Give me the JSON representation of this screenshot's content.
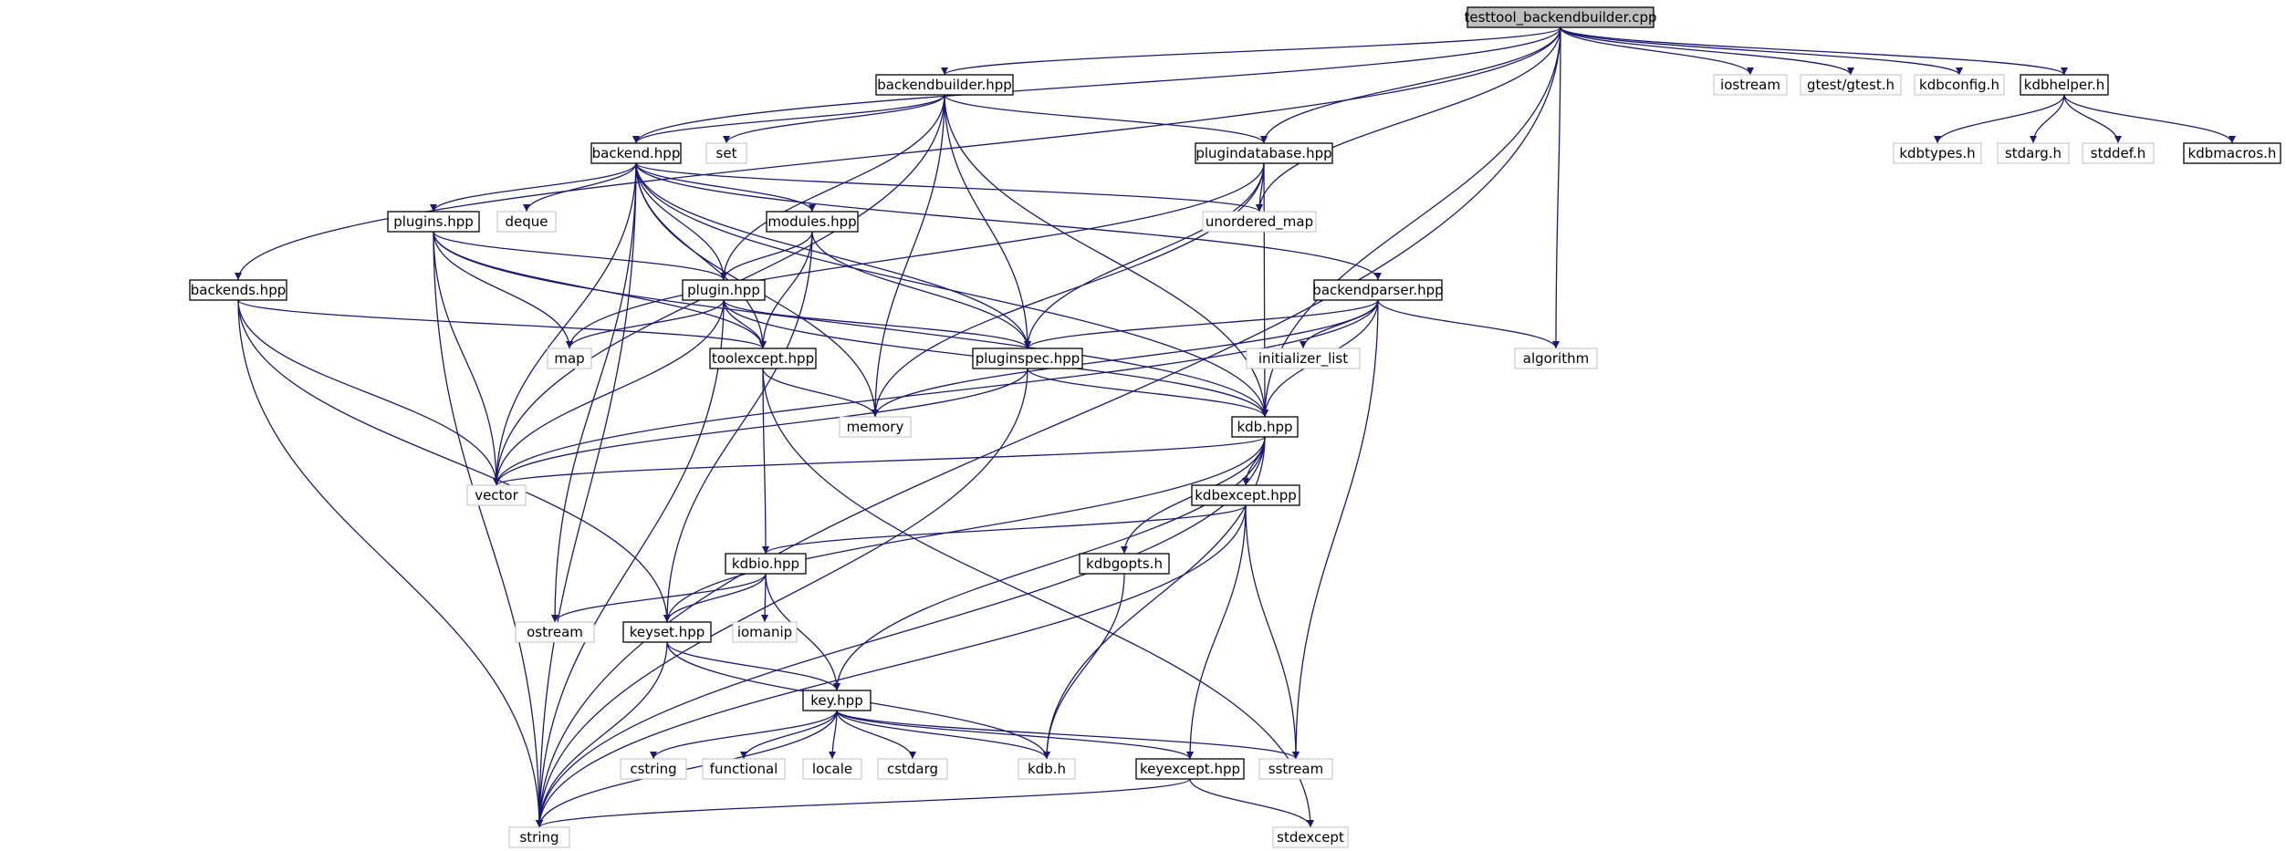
{
  "diagram": {
    "style": {
      "edge_color": "#191970",
      "root_fill": "#bfbfbf",
      "internal_border": "#000000",
      "external_border": "#bfbfbf"
    },
    "nodes": [
      {
        "id": "root",
        "label": "testtool_backendbuilder.cpp",
        "kind": "root"
      },
      {
        "id": "backendbuilder_hpp",
        "label": "backendbuilder.hpp",
        "kind": "internal"
      },
      {
        "id": "iostream",
        "label": "iostream",
        "kind": "external"
      },
      {
        "id": "gtest",
        "label": "gtest/gtest.h",
        "kind": "external"
      },
      {
        "id": "kdbconfig",
        "label": "kdbconfig.h",
        "kind": "external"
      },
      {
        "id": "kdbhelper",
        "label": "kdbhelper.h",
        "kind": "internal"
      },
      {
        "id": "backend_hpp",
        "label": "backend.hpp",
        "kind": "internal"
      },
      {
        "id": "set",
        "label": "set",
        "kind": "external"
      },
      {
        "id": "plugindatabase_hpp",
        "label": "plugindatabase.hpp",
        "kind": "internal"
      },
      {
        "id": "kdbtypes",
        "label": "kdbtypes.h",
        "kind": "external"
      },
      {
        "id": "stdarg",
        "label": "stdarg.h",
        "kind": "external"
      },
      {
        "id": "stddef",
        "label": "stddef.h",
        "kind": "external"
      },
      {
        "id": "kdbmacros",
        "label": "kdbmacros.h",
        "kind": "internal"
      },
      {
        "id": "plugins_hpp",
        "label": "plugins.hpp",
        "kind": "internal"
      },
      {
        "id": "deque",
        "label": "deque",
        "kind": "external"
      },
      {
        "id": "modules_hpp",
        "label": "modules.hpp",
        "kind": "internal"
      },
      {
        "id": "unordered_map",
        "label": "unordered_map",
        "kind": "external"
      },
      {
        "id": "backends_hpp",
        "label": "backends.hpp",
        "kind": "internal"
      },
      {
        "id": "plugin_hpp",
        "label": "plugin.hpp",
        "kind": "internal"
      },
      {
        "id": "backendparser_hpp",
        "label": "backendparser.hpp",
        "kind": "internal"
      },
      {
        "id": "map",
        "label": "map",
        "kind": "external"
      },
      {
        "id": "toolexcept_hpp",
        "label": "toolexcept.hpp",
        "kind": "internal"
      },
      {
        "id": "pluginspec_hpp",
        "label": "pluginspec.hpp",
        "kind": "internal"
      },
      {
        "id": "initializer_list",
        "label": "initializer_list",
        "kind": "external"
      },
      {
        "id": "algorithm",
        "label": "algorithm",
        "kind": "external"
      },
      {
        "id": "memory",
        "label": "memory",
        "kind": "external"
      },
      {
        "id": "kdb_hpp",
        "label": "kdb.hpp",
        "kind": "internal"
      },
      {
        "id": "vector",
        "label": "vector",
        "kind": "external"
      },
      {
        "id": "kdbexcept_hpp",
        "label": "kdbexcept.hpp",
        "kind": "internal"
      },
      {
        "id": "kdbio_hpp",
        "label": "kdbio.hpp",
        "kind": "internal"
      },
      {
        "id": "kdbgopts",
        "label": "kdbgopts.h",
        "kind": "internal"
      },
      {
        "id": "ostream",
        "label": "ostream",
        "kind": "external"
      },
      {
        "id": "keyset_hpp",
        "label": "keyset.hpp",
        "kind": "internal"
      },
      {
        "id": "iomanip",
        "label": "iomanip",
        "kind": "external"
      },
      {
        "id": "key_hpp",
        "label": "key.hpp",
        "kind": "internal"
      },
      {
        "id": "cstring",
        "label": "cstring",
        "kind": "external"
      },
      {
        "id": "functional",
        "label": "functional",
        "kind": "external"
      },
      {
        "id": "locale",
        "label": "locale",
        "kind": "external"
      },
      {
        "id": "cstdarg",
        "label": "cstdarg",
        "kind": "external"
      },
      {
        "id": "kdb_h",
        "label": "kdb.h",
        "kind": "external"
      },
      {
        "id": "keyexcept_hpp",
        "label": "keyexcept.hpp",
        "kind": "internal"
      },
      {
        "id": "sstream",
        "label": "sstream",
        "kind": "external"
      },
      {
        "id": "string",
        "label": "string",
        "kind": "external"
      },
      {
        "id": "stdexcept",
        "label": "stdexcept",
        "kind": "external"
      }
    ],
    "edges": [
      [
        "root",
        "backendbuilder_hpp"
      ],
      [
        "root",
        "iostream"
      ],
      [
        "root",
        "gtest"
      ],
      [
        "root",
        "kdbconfig"
      ],
      [
        "root",
        "kdbhelper"
      ],
      [
        "root",
        "backend_hpp"
      ],
      [
        "root",
        "plugindatabase_hpp"
      ],
      [
        "root",
        "backends_hpp"
      ],
      [
        "root",
        "string"
      ],
      [
        "root",
        "unordered_map"
      ],
      [
        "root",
        "algorithm"
      ],
      [
        "root",
        "kdb_hpp"
      ],
      [
        "kdbhelper",
        "kdbtypes"
      ],
      [
        "kdbhelper",
        "stdarg"
      ],
      [
        "kdbhelper",
        "stddef"
      ],
      [
        "kdbhelper",
        "kdbmacros"
      ],
      [
        "backendbuilder_hpp",
        "backend_hpp"
      ],
      [
        "backendbuilder_hpp",
        "set"
      ],
      [
        "backendbuilder_hpp",
        "plugindatabase_hpp"
      ],
      [
        "backendbuilder_hpp",
        "plugin_hpp"
      ],
      [
        "backendbuilder_hpp",
        "pluginspec_hpp"
      ],
      [
        "backendbuilder_hpp",
        "memory"
      ],
      [
        "backendbuilder_hpp",
        "vector"
      ],
      [
        "backendbuilder_hpp",
        "kdb_hpp"
      ],
      [
        "backend_hpp",
        "plugins_hpp"
      ],
      [
        "backend_hpp",
        "deque"
      ],
      [
        "backend_hpp",
        "modules_hpp"
      ],
      [
        "backend_hpp",
        "unordered_map"
      ],
      [
        "backend_hpp",
        "plugin_hpp"
      ],
      [
        "backend_hpp",
        "backendparser_hpp"
      ],
      [
        "backend_hpp",
        "toolexcept_hpp"
      ],
      [
        "backend_hpp",
        "pluginspec_hpp"
      ],
      [
        "backend_hpp",
        "memory"
      ],
      [
        "backend_hpp",
        "vector"
      ],
      [
        "backend_hpp",
        "string"
      ],
      [
        "backend_hpp",
        "kdb_hpp"
      ],
      [
        "backend_hpp",
        "ostream"
      ],
      [
        "plugindatabase_hpp",
        "unordered_map"
      ],
      [
        "plugindatabase_hpp",
        "pluginspec_hpp"
      ],
      [
        "plugindatabase_hpp",
        "map"
      ],
      [
        "plugindatabase_hpp",
        "memory"
      ],
      [
        "plugindatabase_hpp",
        "kdb_hpp"
      ],
      [
        "plugins_hpp",
        "plugin_hpp"
      ],
      [
        "plugins_hpp",
        "map"
      ],
      [
        "plugins_hpp",
        "toolexcept_hpp"
      ],
      [
        "plugins_hpp",
        "vector"
      ],
      [
        "plugins_hpp",
        "string"
      ],
      [
        "plugins_hpp",
        "kdb_hpp"
      ],
      [
        "modules_hpp",
        "plugin_hpp"
      ],
      [
        "modules_hpp",
        "toolexcept_hpp"
      ],
      [
        "modules_hpp",
        "pluginspec_hpp"
      ],
      [
        "modules_hpp",
        "keyset_hpp"
      ],
      [
        "backends_hpp",
        "toolexcept_hpp"
      ],
      [
        "backends_hpp",
        "vector"
      ],
      [
        "backends_hpp",
        "keyset_hpp"
      ],
      [
        "backends_hpp",
        "string"
      ],
      [
        "plugin_hpp",
        "map"
      ],
      [
        "plugin_hpp",
        "toolexcept_hpp"
      ],
      [
        "plugin_hpp",
        "pluginspec_hpp"
      ],
      [
        "plugin_hpp",
        "vector"
      ],
      [
        "plugin_hpp",
        "string"
      ],
      [
        "plugin_hpp",
        "kdb_hpp"
      ],
      [
        "backendparser_hpp",
        "pluginspec_hpp"
      ],
      [
        "backendparser_hpp",
        "initializer_list"
      ],
      [
        "backendparser_hpp",
        "algorithm"
      ],
      [
        "backendparser_hpp",
        "memory"
      ],
      [
        "backendparser_hpp",
        "kdb_hpp"
      ],
      [
        "backendparser_hpp",
        "vector"
      ],
      [
        "backendparser_hpp",
        "sstream"
      ],
      [
        "toolexcept_hpp",
        "memory"
      ],
      [
        "toolexcept_hpp",
        "kdbio_hpp"
      ],
      [
        "toolexcept_hpp",
        "stdexcept"
      ],
      [
        "pluginspec_hpp",
        "kdb_hpp"
      ],
      [
        "pluginspec_hpp",
        "vector"
      ],
      [
        "pluginspec_hpp",
        "string"
      ],
      [
        "kdb_hpp",
        "vector"
      ],
      [
        "kdb_hpp",
        "kdbexcept_hpp"
      ],
      [
        "kdb_hpp",
        "kdbgopts"
      ],
      [
        "kdb_hpp",
        "keyset_hpp"
      ],
      [
        "kdb_hpp",
        "key_hpp"
      ],
      [
        "kdb_hpp",
        "kdb_h"
      ],
      [
        "kdb_hpp",
        "string"
      ],
      [
        "kdbexcept_hpp",
        "kdbio_hpp"
      ],
      [
        "kdbexcept_hpp",
        "keyexcept_hpp"
      ],
      [
        "kdbexcept_hpp",
        "sstream"
      ],
      [
        "kdbexcept_hpp",
        "string"
      ],
      [
        "kdbio_hpp",
        "ostream"
      ],
      [
        "kdbio_hpp",
        "keyset_hpp"
      ],
      [
        "kdbio_hpp",
        "iomanip"
      ],
      [
        "kdbio_hpp",
        "key_hpp"
      ],
      [
        "kdbgopts",
        "kdb_h"
      ],
      [
        "keyset_hpp",
        "key_hpp"
      ],
      [
        "keyset_hpp",
        "kdb_h"
      ],
      [
        "keyset_hpp",
        "string"
      ],
      [
        "key_hpp",
        "cstring"
      ],
      [
        "key_hpp",
        "functional"
      ],
      [
        "key_hpp",
        "locale"
      ],
      [
        "key_hpp",
        "cstdarg"
      ],
      [
        "key_hpp",
        "kdb_h"
      ],
      [
        "key_hpp",
        "keyexcept_hpp"
      ],
      [
        "key_hpp",
        "sstream"
      ],
      [
        "key_hpp",
        "string"
      ],
      [
        "keyexcept_hpp",
        "string"
      ],
      [
        "keyexcept_hpp",
        "stdexcept"
      ]
    ]
  }
}
